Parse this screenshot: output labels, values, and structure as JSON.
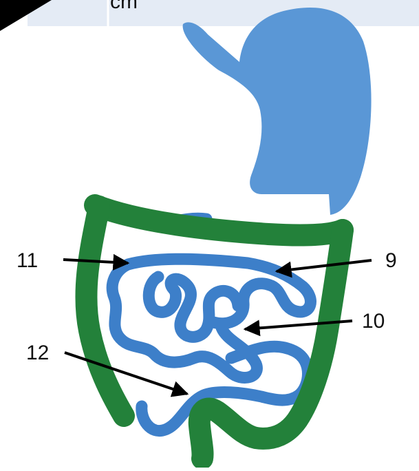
{
  "header": {
    "unit_text": "cm",
    "band_color": "#e4ebf5"
  },
  "diagram": {
    "colors": {
      "stomach": "#5a97d6",
      "small_intestine": "#3d7fc9",
      "large_intestine": "#23813a",
      "arrow": "#000000"
    },
    "labels": {
      "label_9": "9",
      "label_10": "10",
      "label_11": "11",
      "label_12": "12"
    }
  }
}
